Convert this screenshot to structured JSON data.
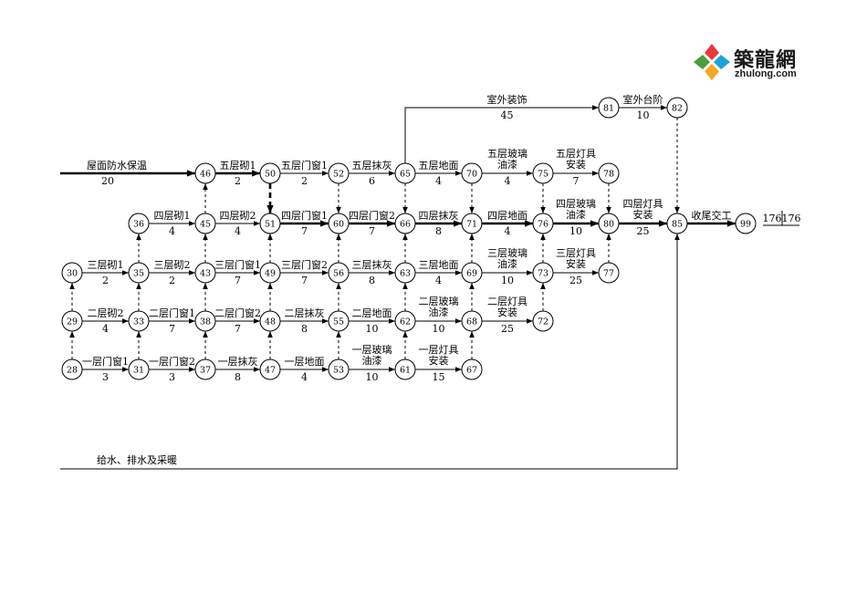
{
  "logo": {
    "brand_cn": "築龍網",
    "brand_en": "zhulong.com"
  },
  "diagram": {
    "nodes": [
      "28",
      "29",
      "30",
      "31",
      "33",
      "35",
      "36",
      "37",
      "38",
      "43",
      "45",
      "46",
      "47",
      "48",
      "49",
      "50",
      "51",
      "52",
      "53",
      "55",
      "56",
      "60",
      "61",
      "62",
      "63",
      "65",
      "66",
      "67",
      "68",
      "69",
      "70",
      "71",
      "72",
      "73",
      "75",
      "76",
      "77",
      "78",
      "80",
      "81",
      "82",
      "85",
      "99"
    ],
    "activities": [
      {
        "from": "28",
        "to": "31",
        "name": "一层门窗1",
        "duration": "3"
      },
      {
        "from": "31",
        "to": "37",
        "name": "一层门窗2",
        "duration": "3"
      },
      {
        "from": "37",
        "to": "47",
        "name": "一层抹灰",
        "duration": "8"
      },
      {
        "from": "47",
        "to": "53",
        "name": "一层地面",
        "duration": "4"
      },
      {
        "from": "53",
        "to": "61",
        "name": "一层玻璃\n油漆",
        "duration": "10"
      },
      {
        "from": "61",
        "to": "67",
        "name": "一层灯具\n安装",
        "duration": "15"
      },
      {
        "from": "29",
        "to": "33",
        "name": "二层砌2",
        "duration": "4"
      },
      {
        "from": "33",
        "to": "38",
        "name": "二层门窗1",
        "duration": "7"
      },
      {
        "from": "38",
        "to": "48",
        "name": "二层门窗2",
        "duration": "7"
      },
      {
        "from": "48",
        "to": "55",
        "name": "二层抹灰",
        "duration": "8"
      },
      {
        "from": "55",
        "to": "62",
        "name": "二层地面",
        "duration": "10"
      },
      {
        "from": "62",
        "to": "68",
        "name": "二层玻璃\n油漆",
        "duration": "10"
      },
      {
        "from": "68",
        "to": "72",
        "name": "二层灯具\n安装",
        "duration": "25"
      },
      {
        "from": "30",
        "to": "35",
        "name": "三层砌1",
        "duration": "2"
      },
      {
        "from": "35",
        "to": "43",
        "name": "三层砌2",
        "duration": "2"
      },
      {
        "from": "43",
        "to": "49",
        "name": "三层门窗1",
        "duration": "7"
      },
      {
        "from": "49",
        "to": "56",
        "name": "三层门窗2",
        "duration": "7"
      },
      {
        "from": "56",
        "to": "63",
        "name": "三层抹灰",
        "duration": "8"
      },
      {
        "from": "63",
        "to": "69",
        "name": "三层地面",
        "duration": "4"
      },
      {
        "from": "69",
        "to": "73",
        "name": "三层玻璃\n油漆",
        "duration": "10"
      },
      {
        "from": "73",
        "to": "77",
        "name": "三层灯具\n安装",
        "duration": "25"
      },
      {
        "from": "36",
        "to": "45",
        "name": "四层砌1",
        "duration": "4"
      },
      {
        "from": "45",
        "to": "51",
        "name": "四层砌2",
        "duration": "4"
      },
      {
        "from": "51",
        "to": "60",
        "name": "四层门窗1",
        "duration": "7",
        "critical": true
      },
      {
        "from": "60",
        "to": "66",
        "name": "四层门窗2",
        "duration": "7",
        "critical": true
      },
      {
        "from": "66",
        "to": "71",
        "name": "四层抹灰",
        "duration": "8",
        "critical": true
      },
      {
        "from": "71",
        "to": "76",
        "name": "四层地面",
        "duration": "4",
        "critical": true
      },
      {
        "from": "76",
        "to": "80",
        "name": "四层玻璃\n油漆",
        "duration": "10",
        "critical": true
      },
      {
        "from": "80",
        "to": "85",
        "name": "四层灯具\n安装",
        "duration": "25",
        "critical": true
      },
      {
        "from": "85",
        "to": "99",
        "name": "收尾交工",
        "duration": "",
        "critical": true
      },
      {
        "from": "46",
        "to": "50",
        "name": "五层砌1",
        "duration": "2",
        "critical": true
      },
      {
        "from": "50",
        "to": "52",
        "name": "五层门窗1",
        "duration": "2"
      },
      {
        "from": "52",
        "to": "65",
        "name": "五层抹灰",
        "duration": "6"
      },
      {
        "from": "65",
        "to": "70",
        "name": "五层地面",
        "duration": "4"
      },
      {
        "from": "70",
        "to": "75",
        "name": "五层玻璃\n油漆",
        "duration": "4"
      },
      {
        "from": "75",
        "to": "78",
        "name": "五层灯具\n安装",
        "duration": "7"
      },
      {
        "from": "",
        "to": "46",
        "name": "屋面防水保温",
        "duration": "20",
        "critical": true
      },
      {
        "from": "65",
        "to": "81",
        "name": "室外装饰",
        "duration": "45"
      },
      {
        "from": "81",
        "to": "82",
        "name": "室外台阶",
        "duration": "10"
      },
      {
        "from": "",
        "to": "85",
        "name": "给水、排水及采暖",
        "duration": ""
      }
    ],
    "total_label_a": "176",
    "total_label_b": "176"
  }
}
